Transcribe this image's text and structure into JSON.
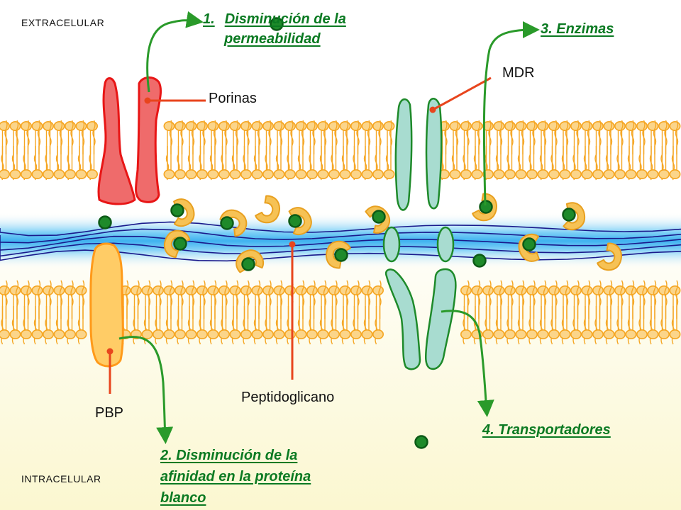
{
  "labels": {
    "extracelular": "EXTRACELULAR",
    "intracelular": "INTRACELULAR",
    "porinas": "Porinas",
    "mdr": "MDR",
    "pbp": "PBP",
    "peptidoglicano": "Peptidoglicano"
  },
  "mechanisms": {
    "m1_number": "1.",
    "m1_line1": "Disminución de la",
    "m1_line2": "permeabilidad",
    "m2_line1": "2. Disminución de la",
    "m2_line2": "afinidad en la proteína",
    "m2_line3": "blanco",
    "m3": "3. Enzimas",
    "m4": "4. Transportadores"
  },
  "colors": {
    "membrane": "#f5a623",
    "membrane_fill": "#fbd58a",
    "porin": "#ef6b6b",
    "porin_stroke": "#e81616",
    "pbp": "#ffcc66",
    "transporter": "#a8dcd0",
    "transporter_stroke": "#1e8a2a",
    "antibiotic": "#1e8a2a",
    "enzyme": "#f6c255",
    "peptidoglycan_band": "#6cc8f5",
    "peptidoglycan_strand": "#1a1a8c",
    "pointer_line": "#e8451d",
    "arrow": "#2a9a2a",
    "label_green": "#0b7a22"
  },
  "icons": {
    "antibiotic": "green-dot",
    "enzyme": "c-shaped-enzyme",
    "arrow": "curved-arrow"
  }
}
